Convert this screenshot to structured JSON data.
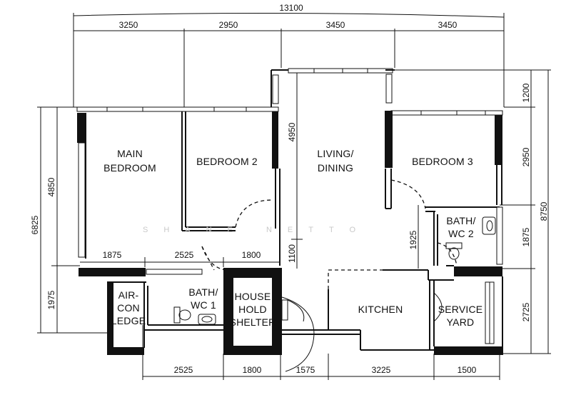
{
  "dimensions": {
    "top_total": "13100",
    "top_segments": [
      "3250",
      "2950",
      "3450",
      "3450"
    ],
    "left_outer": "6825",
    "left_inner_top": "4850",
    "left_inner_bottom": "1975",
    "right_outer": "8750",
    "right_segments": [
      "1200",
      "2950",
      "1875",
      "2725"
    ],
    "living_height": "4950",
    "living_gap": "1100",
    "bath2_height": "1925",
    "mid_row": [
      "1875",
      "2525",
      "1800"
    ],
    "bottom_row": [
      "2525",
      "1800",
      "1575",
      "3225",
      "1500"
    ]
  },
  "rooms": {
    "main_bedroom": [
      "MAIN",
      "BEDROOM"
    ],
    "bedroom_2": "BEDROOM 2",
    "living_dining": [
      "LIVING/",
      "DINING"
    ],
    "bedroom_3": "BEDROOM 3",
    "bath_wc_2": [
      "BATH/",
      "WC 2"
    ],
    "bath_wc_1": [
      "BATH/",
      "WC 1"
    ],
    "aircon_ledge": [
      "AIR-",
      "CON",
      "LEDGE"
    ],
    "household_shelter": [
      "HOUSE",
      "HOLD",
      "SHELTER"
    ],
    "kitchen": "KITCHEN",
    "service_yard": [
      "SERVICE",
      "YARD"
    ]
  },
  "watermark": "SHANE NETTO"
}
